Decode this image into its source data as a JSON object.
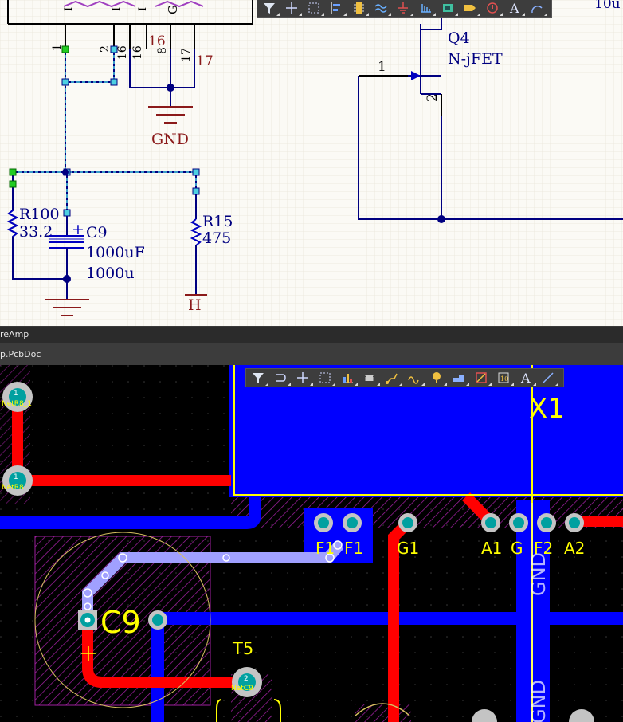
{
  "schematic": {
    "toolbar_icons": [
      "filter-icon",
      "crosshair-icon",
      "select-rect-icon",
      "align-icon",
      "component-icon",
      "wire-icon",
      "power-port-icon",
      "bus-icon",
      "port-icon",
      "net-label-icon",
      "probe-icon",
      "text-icon",
      "arc-icon"
    ],
    "top_right_label": "10u",
    "pin_numbers": {
      "p1": "1",
      "p2": "2",
      "p16": "16",
      "p8": "8",
      "p16b": "16",
      "p16red": "16",
      "p17": "17",
      "p17red": "17"
    },
    "ic_partial_label": "G",
    "gnd_label": "GND",
    "r100": {
      "designator": "R100",
      "value": "33.2"
    },
    "c9": {
      "designator": "C9",
      "value": "1000uF",
      "comment": "1000u",
      "polarity": "+"
    },
    "r15": {
      "designator": "R15",
      "value": "475"
    },
    "net_h": "H",
    "q4": {
      "designator": "Q4",
      "type": "N-jFET",
      "pin1": "1",
      "pin2": "2"
    }
  },
  "tabs": {
    "project": "reAmp",
    "document": "p.PcbDoc"
  },
  "pcb": {
    "toolbar_icons": [
      "filter-icon",
      "route-icon",
      "crosshair-icon",
      "select-rect-icon",
      "chart-icon",
      "component-icon",
      "interactive-route-icon",
      "diff-pair-icon",
      "pad-icon",
      "polygon-icon",
      "region-icon",
      "string-param-icon",
      "text-icon",
      "line-icon"
    ],
    "x1_label": "X1",
    "c9_label": "C9",
    "t5_label": "T5",
    "pads": [
      {
        "num": "1",
        "net": "NetR8_1"
      },
      {
        "num": "1",
        "net": "NetR8"
      },
      {
        "num": "2",
        "net": "NetC9"
      }
    ],
    "pin_labels": {
      "f1a": "F1",
      "f1b": "F1",
      "g1": "G1",
      "a1": "A1",
      "g": "G",
      "f2": "F2",
      "a2": "A2"
    },
    "gnd_net": "GND",
    "colors": {
      "top_copper": "#ff0000",
      "bottom_copper": "#0000ff",
      "silk": "#ffff00",
      "via": "#a0a0ff",
      "keepout_hatch": "#a020a0"
    }
  }
}
